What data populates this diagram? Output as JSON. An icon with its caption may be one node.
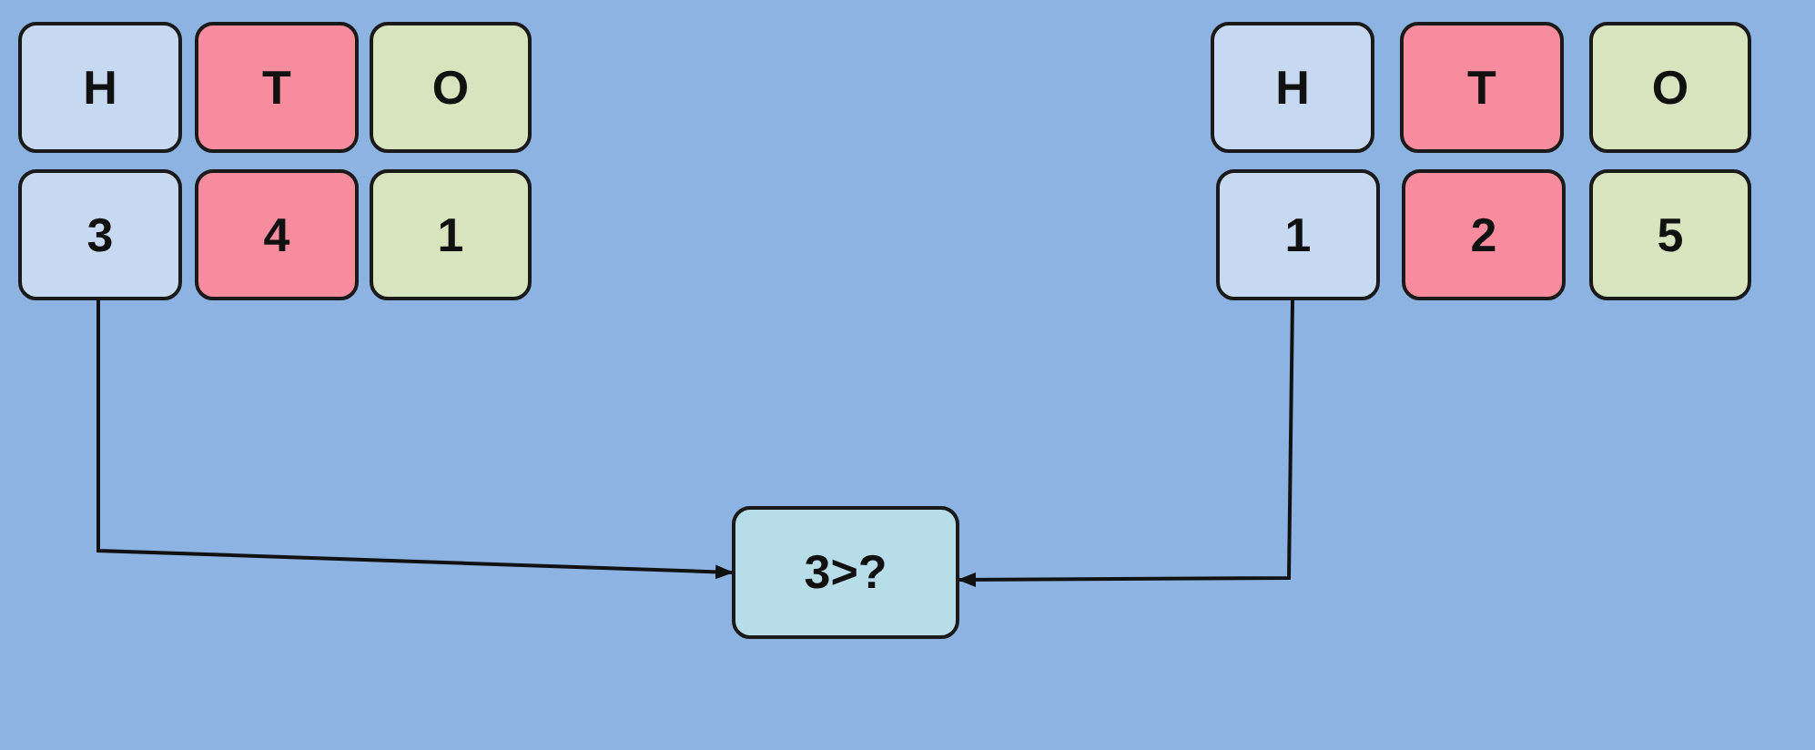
{
  "diagram": {
    "nodes": [
      {
        "text": [
          "H"
        ]
      },
      {
        "text": [
          "T"
        ]
      },
      {
        "text": [
          "O"
        ]
      },
      {
        "text": [
          "3"
        ]
      },
      {
        "text": [
          "4"
        ]
      },
      {
        "text": [
          "1"
        ]
      },
      {
        "text": [
          "H"
        ]
      },
      {
        "text": [
          "T"
        ]
      },
      {
        "text": [
          "O"
        ]
      },
      {
        "text": [
          "1"
        ]
      },
      {
        "text": [
          "2"
        ]
      },
      {
        "text": [
          "5"
        ]
      },
      {
        "text": [
          "3>?"
        ]
      }
    ],
    "edges": [
      {
        "from": 3,
        "to": 12,
        "arrow": "to"
      },
      {
        "from": 9,
        "to": 12,
        "arrow": "to"
      }
    ]
  }
}
